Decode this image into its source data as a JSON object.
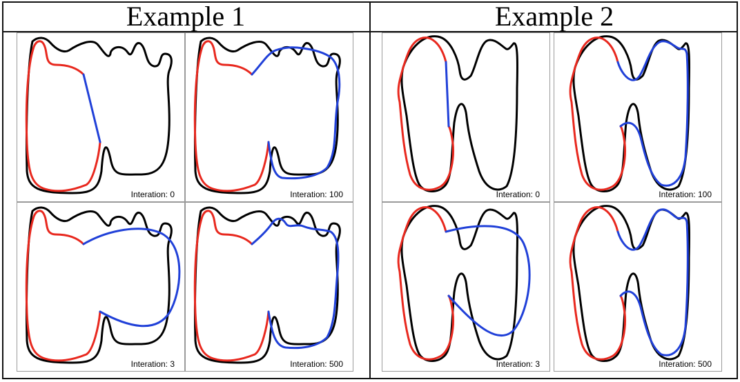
{
  "headers": {
    "example1": "Example 1",
    "example2": "Example 2"
  },
  "colors": {
    "ground_truth": "#000000",
    "fixed_part": "#e8281e",
    "predicted_part": "#2040d8"
  },
  "panels": {
    "e1_0": {
      "label": "Interation: 0"
    },
    "e1_100": {
      "label": "Interation: 100"
    },
    "e1_3": {
      "label": "Interation: 3"
    },
    "e1_500": {
      "label": "Interation: 500"
    },
    "e2_0": {
      "label": "Interation: 0"
    },
    "e2_100": {
      "label": "Interation: 100"
    },
    "e2_3": {
      "label": "Interation: 3"
    },
    "e2_500": {
      "label": "Interation: 500"
    }
  }
}
